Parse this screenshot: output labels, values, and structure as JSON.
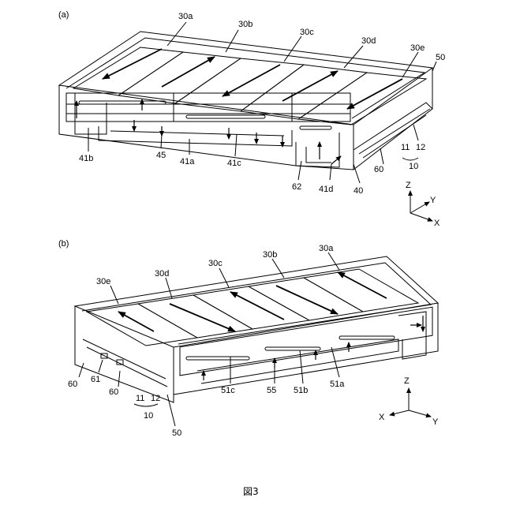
{
  "figure_caption": "図3",
  "panel_a": {
    "tag": "(a)",
    "labels": {
      "b30a": "30a",
      "b30b": "30b",
      "b30c": "30c",
      "b30d": "30d",
      "b30e": "30e",
      "frame50": "50",
      "l41b": "41b",
      "l45": "45",
      "l41a": "41a",
      "l41c": "41c",
      "l62": "62",
      "l41d": "41d",
      "l40": "40",
      "l60": "60",
      "l11": "11",
      "l12": "12",
      "l10": "10"
    },
    "axes": {
      "z": "Z",
      "y": "Y",
      "x": "X"
    }
  },
  "panel_b": {
    "tag": "(b)",
    "labels": {
      "b30e": "30e",
      "b30d": "30d",
      "b30c": "30c",
      "b30b": "30b",
      "b30a": "30a",
      "l60left": "60",
      "l61": "61",
      "l60": "60",
      "l11": "11",
      "l12": "12",
      "l10": "10",
      "l50": "50",
      "l51c": "51c",
      "l55": "55",
      "l51b": "51b",
      "l51a": "51a"
    },
    "axes": {
      "z": "Z",
      "x": "X",
      "y": "Y"
    }
  }
}
